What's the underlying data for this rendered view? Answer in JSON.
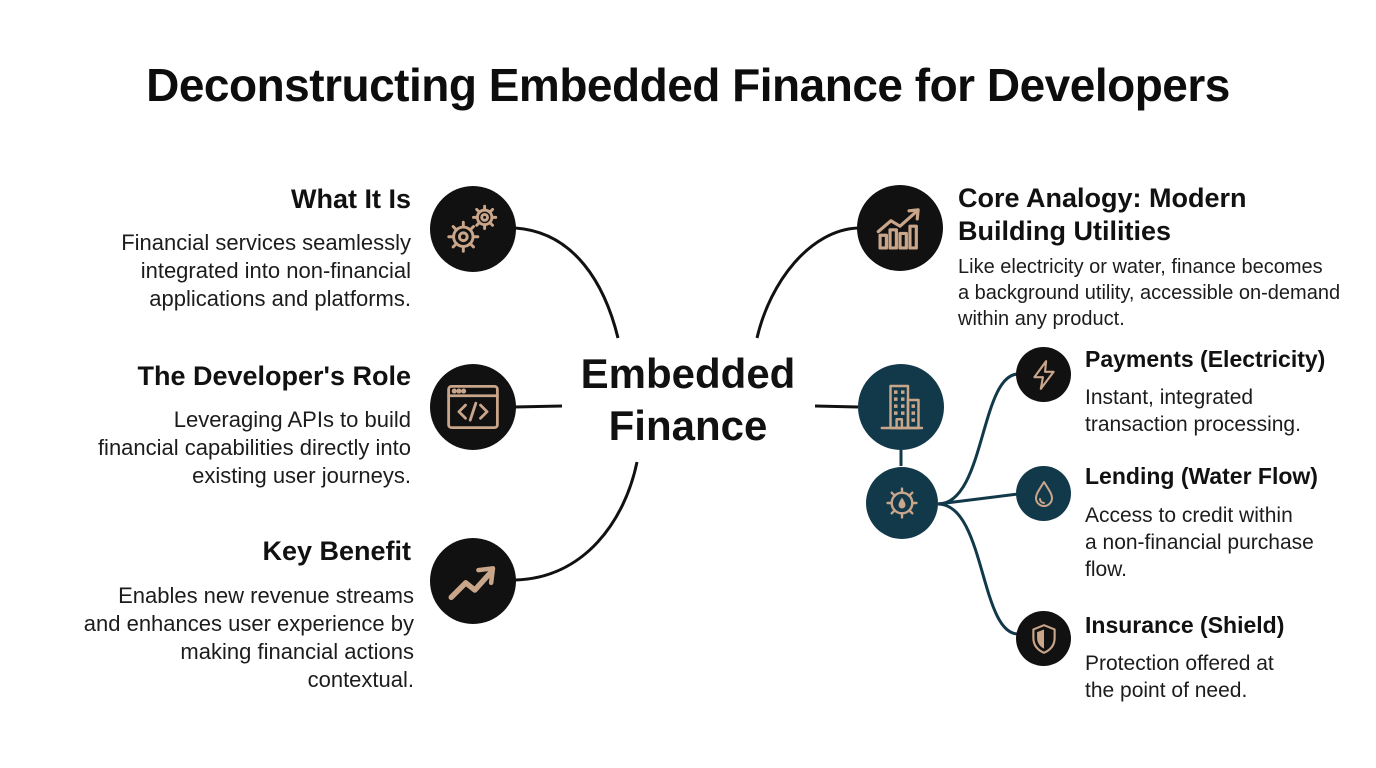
{
  "title": "Deconstructing Embedded Finance for Developers",
  "center": {
    "line1": "Embedded",
    "line2": "Finance"
  },
  "colors": {
    "accent": "#c9a58a",
    "dark": "#111111",
    "teal": "#12394a",
    "line": "#111111"
  },
  "left_items": [
    {
      "icon": "gears-icon",
      "heading": "What It Is",
      "lines": [
        "Financial services seamlessly",
        "integrated into non-financial",
        "applications and platforms."
      ]
    },
    {
      "icon": "code-window-icon",
      "heading": "The Developer's Role",
      "lines": [
        "Leveraging APIs to build",
        "financial capabilities directly into",
        "existing user journeys."
      ]
    },
    {
      "icon": "trend-arrow-icon",
      "heading": "Key Benefit",
      "lines": [
        "Enables new revenue streams",
        "and enhances user experience by",
        "making financial actions",
        "contextual."
      ]
    }
  ],
  "analogy": {
    "icon": "bar-chart-growth-icon",
    "heading_lines": [
      "Core Analogy: Modern",
      "Building Utilities"
    ],
    "lines": [
      "Like electricity or water, finance becomes",
      "a background utility, accessible on-demand",
      "within any product."
    ]
  },
  "hub_icons": [
    "building-icon",
    "utility-gear-icon"
  ],
  "utilities": [
    {
      "icon": "lightning-icon",
      "heading": "Payments (Electricity)",
      "lines": [
        "Instant, integrated",
        "transaction processing."
      ]
    },
    {
      "icon": "water-drop-icon",
      "heading": "Lending (Water Flow)",
      "lines": [
        "Access to credit within",
        "a non-financial purchase",
        "flow."
      ]
    },
    {
      "icon": "shield-icon",
      "heading": "Insurance (Shield)",
      "lines": [
        "Protection offered at",
        "the point of need."
      ]
    }
  ]
}
